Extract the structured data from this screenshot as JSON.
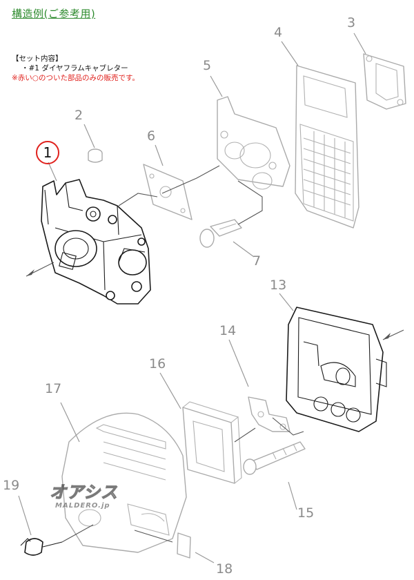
{
  "header": {
    "title": "構造例(ご参考用)"
  },
  "set_contents": {
    "heading": "【セット内容】",
    "item": "・#1 ダイヤフラムキャブレター",
    "note": "※赤い○のついた部品のみの販売です。"
  },
  "parts": [
    {
      "label": "1",
      "highlighted": true
    },
    {
      "label": "2"
    },
    {
      "label": "3"
    },
    {
      "label": "4"
    },
    {
      "label": "5"
    },
    {
      "label": "6"
    },
    {
      "label": "7"
    },
    {
      "label": "13"
    },
    {
      "label": "14"
    },
    {
      "label": "15"
    },
    {
      "label": "16"
    },
    {
      "label": "17"
    },
    {
      "label": "18"
    },
    {
      "label": "19"
    }
  ],
  "watermark": {
    "logo_text": "オアシス",
    "site_text": "MALDERO.jp"
  },
  "colors": {
    "title_green": "#2e8b2e",
    "note_red": "#e0201c",
    "callout_gray": "#8a8a8a"
  }
}
